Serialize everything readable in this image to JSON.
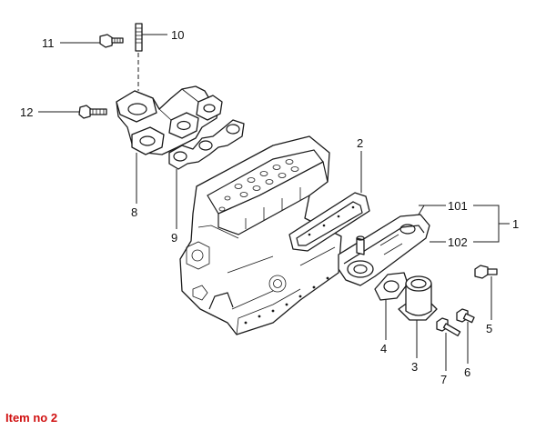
{
  "callouts": {
    "c1": "1",
    "c3": "3",
    "c4": "4",
    "c5": "5",
    "c6": "6",
    "c7": "7",
    "c8": "8",
    "c9": "9",
    "c10": "10",
    "c11": "11",
    "c12": "12",
    "c101": "101",
    "c102": "102",
    "c2": "2"
  },
  "caption": "Item no 2",
  "colors": {
    "caption": "#d01010",
    "lines": "#1a1a1a"
  }
}
